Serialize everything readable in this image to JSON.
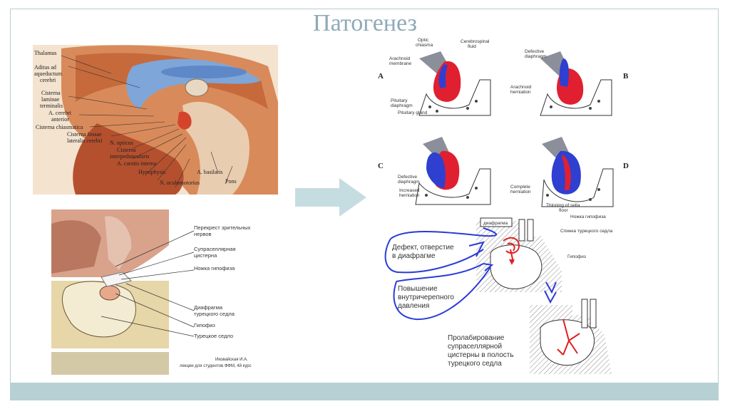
{
  "title": "Патогенез",
  "panel_tl": {
    "labels": [
      "Thalamus",
      "Aditus ad",
      "aqueductum",
      "cerebri",
      "Cisterna",
      "laminae",
      "terminalis",
      "A. cerebri",
      "anterior",
      "Cisterna chiasmatica",
      "Cisterna fossae",
      "lateralis cerebri",
      "N. opticus",
      "Cisterna",
      "interpeduncularis",
      "A. carotis interna",
      "Hypophysis",
      "A. basilaris",
      "N. oculomotorius",
      "Pons"
    ]
  },
  "panel_tr": {
    "letters": [
      "A",
      "B",
      "C",
      "D"
    ],
    "labels": {
      "optic": "Optic",
      "chiasma": "chiasma",
      "csf1": "Cerebrospinal",
      "csf2": "fluid",
      "arach1": "Arachnoid",
      "arach2": "membrane",
      "pitdia1": "Pituitary",
      "pitdia2": "diaphragm",
      "pitgland": "Pituitary gland",
      "defdia1_b": "Defective",
      "defdia2_b": "diaphragm",
      "archern1": "Arachnoid",
      "archern2": "herniation",
      "defdia1_c": "Defective",
      "defdia2_c": "diaphragm",
      "inc1": "Increased",
      "inc2": "herniation",
      "comp1": "Complete",
      "comp2": "herniation",
      "thin1": "Thinning of sella",
      "thin2": "floor"
    }
  },
  "panel_bl": {
    "labels": [
      "Перекрест зрительных",
      "нервов",
      "Супраселлярная",
      "цистерна",
      "Ножка гипофиза",
      "Диафрагма",
      "турецкого седла",
      "Гипофиз",
      "Турецкое седло"
    ],
    "credit": [
      "Иковайская И.А.",
      "лекции для студентов ФФМ, 4й курс"
    ]
  },
  "panel_br": {
    "diaphragm_box": "диафрагма",
    "stalk": "Ножка гипофиза",
    "dorsum": "Спинка турецкого седла",
    "pituitary": "Гипофиз",
    "note1": [
      "Дефект, отверстие",
      "в диафрагме"
    ],
    "note2": [
      "Повышение",
      "внутричерепного",
      "давления"
    ],
    "note3": [
      "Пролабирование",
      "супраселлярной",
      "цистерны в полость",
      "турецкого седла"
    ]
  },
  "colors": {
    "title": "#8fa9b8",
    "band": "#b6d0d4",
    "arrow": "#c5dde1"
  }
}
